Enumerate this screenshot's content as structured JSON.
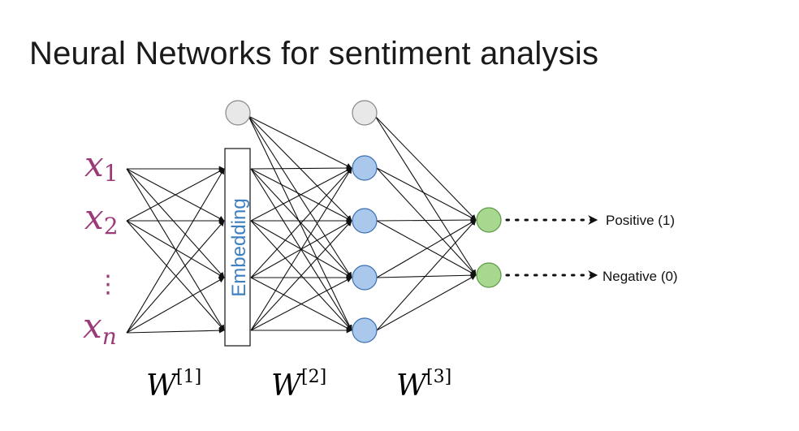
{
  "title": "Neural Networks for sentiment analysis",
  "inputs": [
    {
      "var": "x",
      "sub": "1"
    },
    {
      "var": "x",
      "sub": "2"
    },
    {
      "var": "x",
      "sub": "n"
    }
  ],
  "ellipsis": "⋮",
  "embedding_label": "Embedding",
  "weights": [
    {
      "var": "W",
      "sup": "[1]"
    },
    {
      "var": "W",
      "sup": "[2]"
    },
    {
      "var": "W",
      "sup": "[3]"
    }
  ],
  "outputs": [
    "Positive (1)",
    "Negative (0)"
  ],
  "colors": {
    "input_text": "#9b3a78",
    "embedding_text": "#3d7fbf",
    "hidden_fill": "#a9c8ec",
    "hidden_stroke": "#3c6fb0",
    "output_fill": "#a8d890",
    "output_stroke": "#5d9a45",
    "bias_fill": "#e8e8e8",
    "bias_stroke": "#888888"
  }
}
